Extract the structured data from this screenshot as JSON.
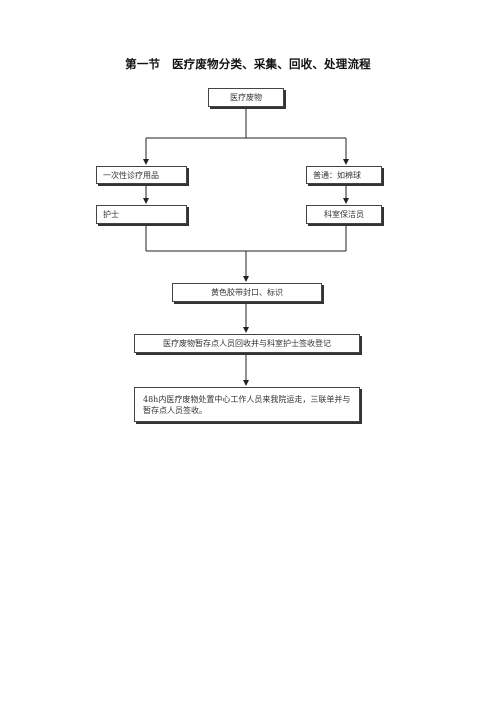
{
  "title": "第一节　医疗废物分类、采集、回收、处理流程",
  "nodes": {
    "root": "医疗废物",
    "left_type": "一次性诊疗用品",
    "right_type": "普通：如棉球",
    "left_handler": "护士",
    "right_handler": "科室保洁员",
    "seal": "黄色胶带封口、标识",
    "recycle": "医疗废物暂存点人员回收并与科室护士签收登记",
    "dispose": "48h内医疗废物处置中心工作人员来我院运走，三联单并与暂存点人员签收。"
  }
}
